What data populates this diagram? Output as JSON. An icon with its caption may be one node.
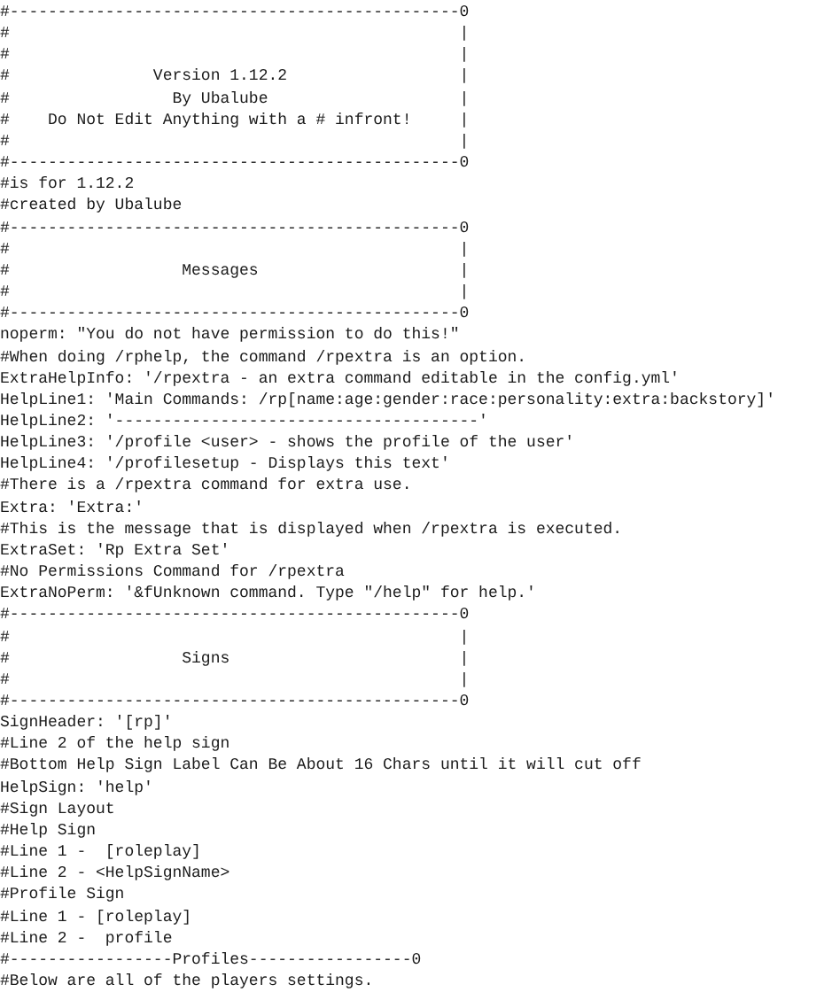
{
  "diagram": {
    "labels": [
      "#-----------------------------------------------0",
      "#                                               |",
      "#                                               |",
      "#               Version 1.12.2                  |",
      "#                 By Ubalube                    |",
      "#    Do Not Edit Anything with a # infront!     |",
      "#                                               |",
      "#-----------------------------------------------0",
      "#is for 1.12.2",
      "#created by Ubalube",
      "#-----------------------------------------------0",
      "#                                               |",
      "#                  Messages                     |",
      "#                                               |",
      "#-----------------------------------------------0",
      "noperm: \"You do not have permission to do this!\"",
      "#When doing /rphelp, the command /rpextra is an option.",
      "ExtraHelpInfo: '/rpextra - an extra command editable in the config.yml'",
      "HelpLine1: 'Main Commands: /rp[name:age:gender:race:personality:extra:backstory]'",
      "HelpLine2: '--------------------------------------'",
      "HelpLine3: '/profile <user> - shows the profile of the user'",
      "HelpLine4: '/profilesetup - Displays this text'",
      "#There is a /rpextra command for extra use.",
      "Extra: 'Extra:'",
      "#This is the message that is displayed when /rpextra is executed.",
      "ExtraSet: 'Rp Extra Set'",
      "#No Permissions Command for /rpextra",
      "ExtraNoPerm: '&fUnknown command. Type \"/help\" for help.'",
      "#-----------------------------------------------0",
      "#                                               |",
      "#                  Signs                        |",
      "#                                               |",
      "#-----------------------------------------------0",
      "SignHeader: '[rp]'",
      "#Line 2 of the help sign",
      "#Bottom Help Sign Label Can Be About 16 Chars until it will cut off",
      "HelpSign: 'help'",
      "#Sign Layout",
      "#Help Sign",
      "#Line 1 -  [roleplay]",
      "#Line 2 - <HelpSignName>",
      "#Profile Sign",
      "#Line 1 - [roleplay]",
      "#Line 2 -  profile",
      "#-----------------Profiles-----------------0",
      "#Below are all of the players settings."
    ]
  }
}
